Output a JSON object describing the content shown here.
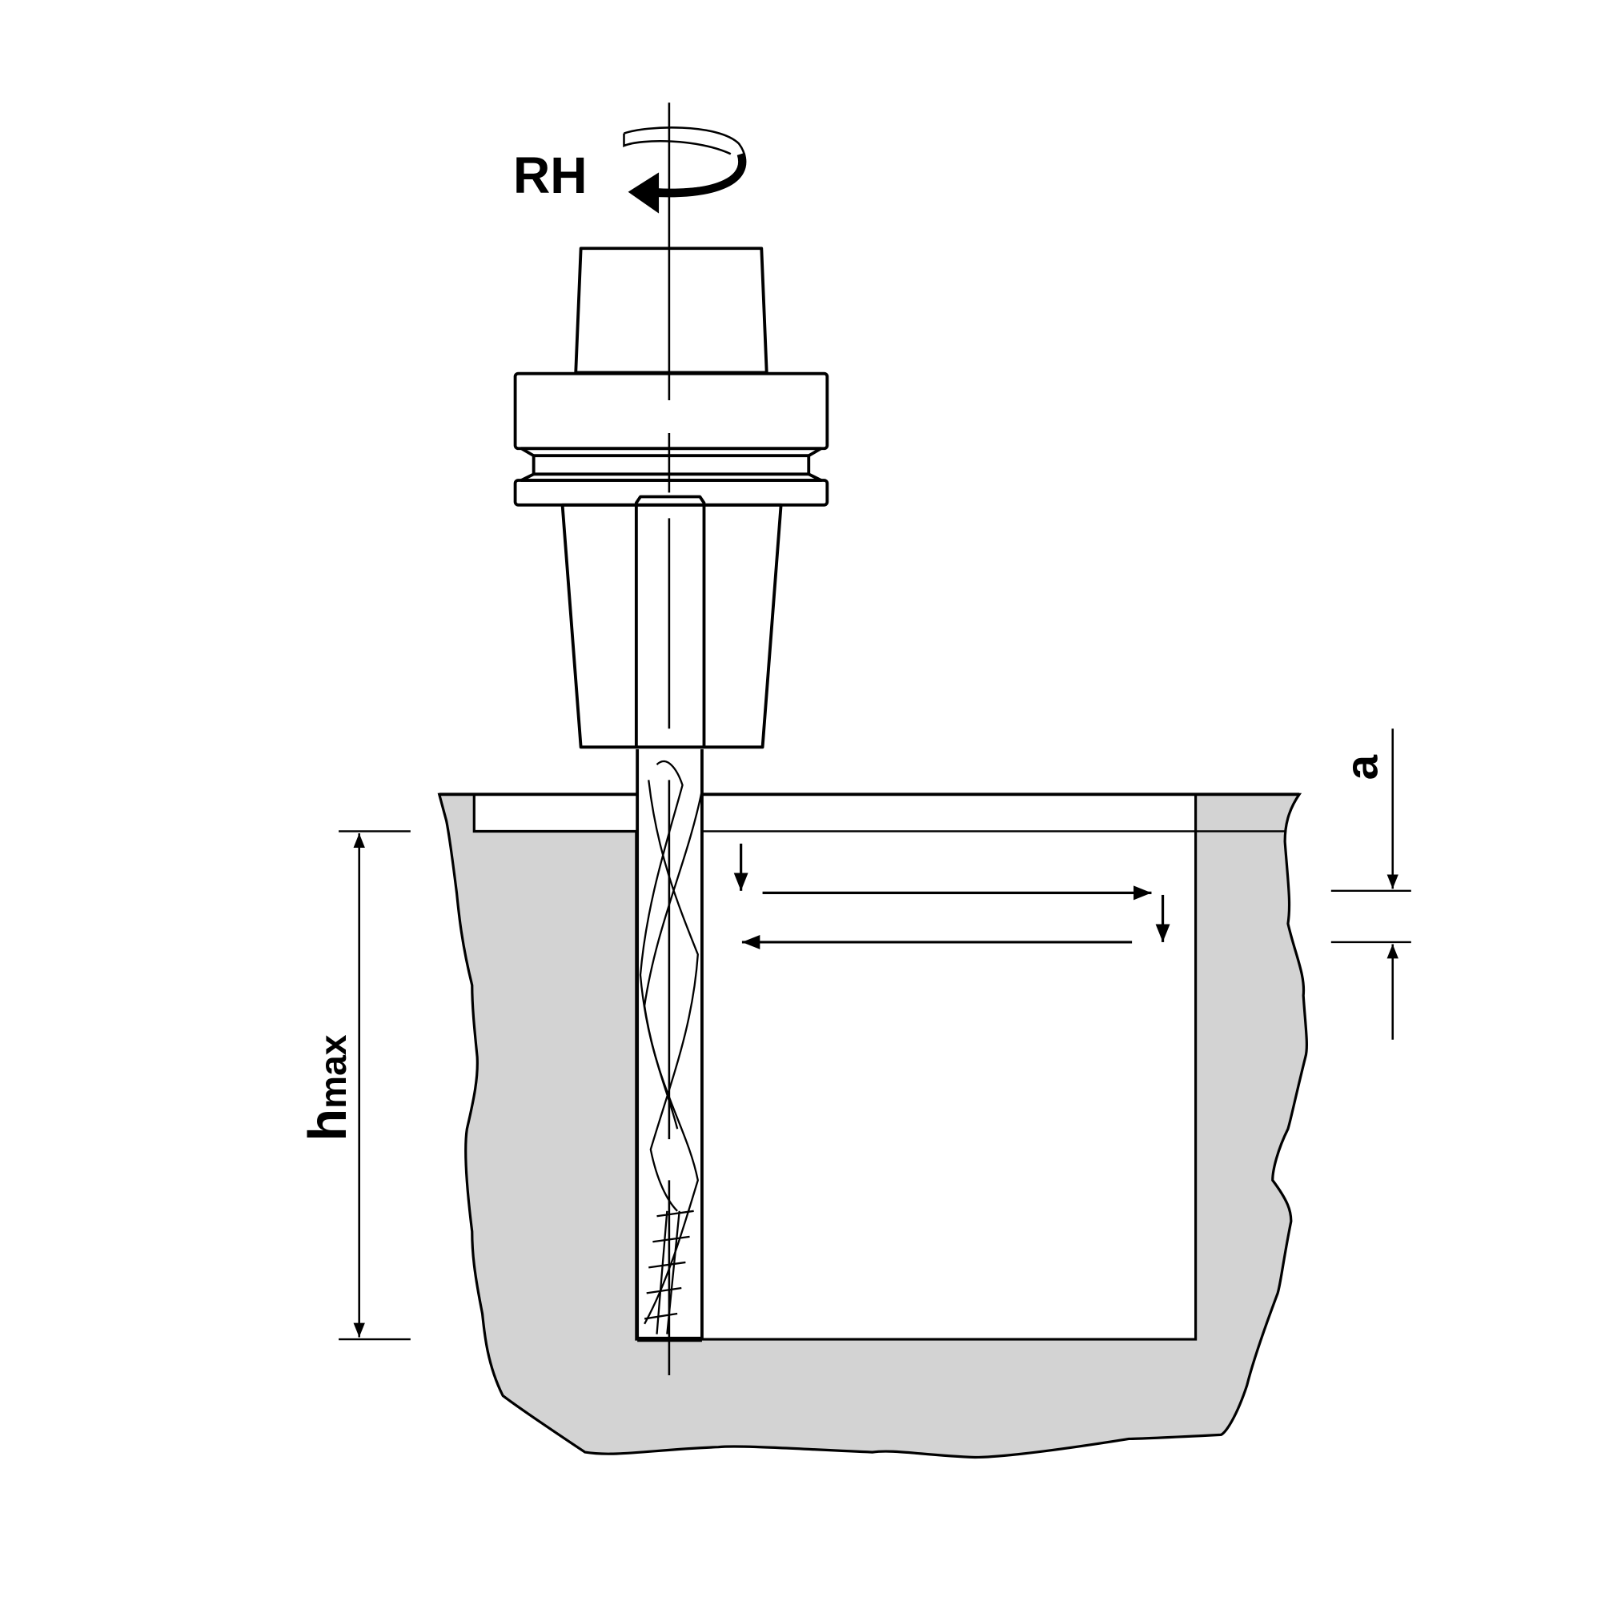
{
  "labels": {
    "rotation": "RH",
    "depth_symbol": "h",
    "depth_subscript": "max",
    "step_symbol": "a"
  },
  "colors": {
    "workpiece_fill": "#d3d3d3",
    "line": "#000000",
    "background": "#ffffff"
  }
}
